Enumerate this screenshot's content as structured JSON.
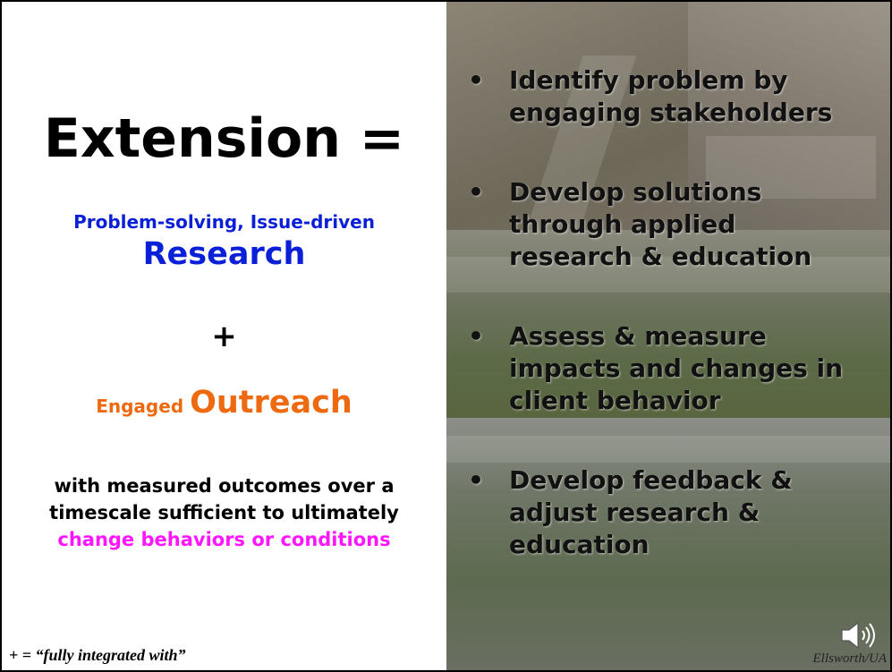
{
  "left": {
    "title": "Extension =",
    "research_subtitle": "Problem-solving, Issue-driven",
    "research_word": "Research",
    "plus": "+",
    "outreach_small": "Engaged ",
    "outreach_big": "Outreach",
    "outcome_line1": "with measured outcomes over a",
    "outcome_line2": "timescale sufficient to ultimately",
    "outcome_highlight": "change behaviors or conditions",
    "footnote": "+ = “fully integrated with”"
  },
  "right": {
    "bullets": [
      {
        "lines": [
          "Identify problem by",
          "engaging stakeholders"
        ]
      },
      {
        "lines": [
          "Develop solutions",
          "through applied",
          "research & education"
        ]
      },
      {
        "lines": [
          "Assess & measure",
          "impacts and changes in",
          "client behavior"
        ]
      },
      {
        "lines": [
          "Develop feedback &",
          "adjust research &",
          "education"
        ]
      }
    ],
    "credit": "Ellsworth/UA",
    "speaker_icon": "speaker-icon"
  },
  "colors": {
    "research_blue": "#0a1fd8",
    "outreach_orange": "#ee6a10",
    "highlight_magenta": "#ff16ff"
  }
}
